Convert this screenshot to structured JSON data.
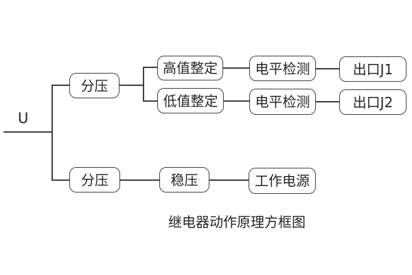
{
  "diagram": {
    "title": "继电器动作原理方框图",
    "input_label": "U",
    "colors": {
      "line": "#3f3f3f",
      "text": "#262626",
      "background": "#ffffff"
    },
    "nodes": {
      "divider_top": "分压",
      "high_setting": "高值整定",
      "low_setting": "低值整定",
      "level_detect_1": "电平检测",
      "level_detect_2": "电平检测",
      "output_j1": "出口J1",
      "output_j2": "出口J2",
      "divider_bottom": "分压",
      "regulator": "稳压",
      "working_power": "工作电源"
    },
    "connections": [
      "U → 分压(上)",
      "分压(上) → 高值整定",
      "分压(上) → 低值整定",
      "高值整定 → 电平检测 → 出口J1",
      "低值整定 → 电平检测 → 出口J2",
      "U → 分压(下)",
      "分压(下) → 稳压 → 工作电源"
    ]
  }
}
